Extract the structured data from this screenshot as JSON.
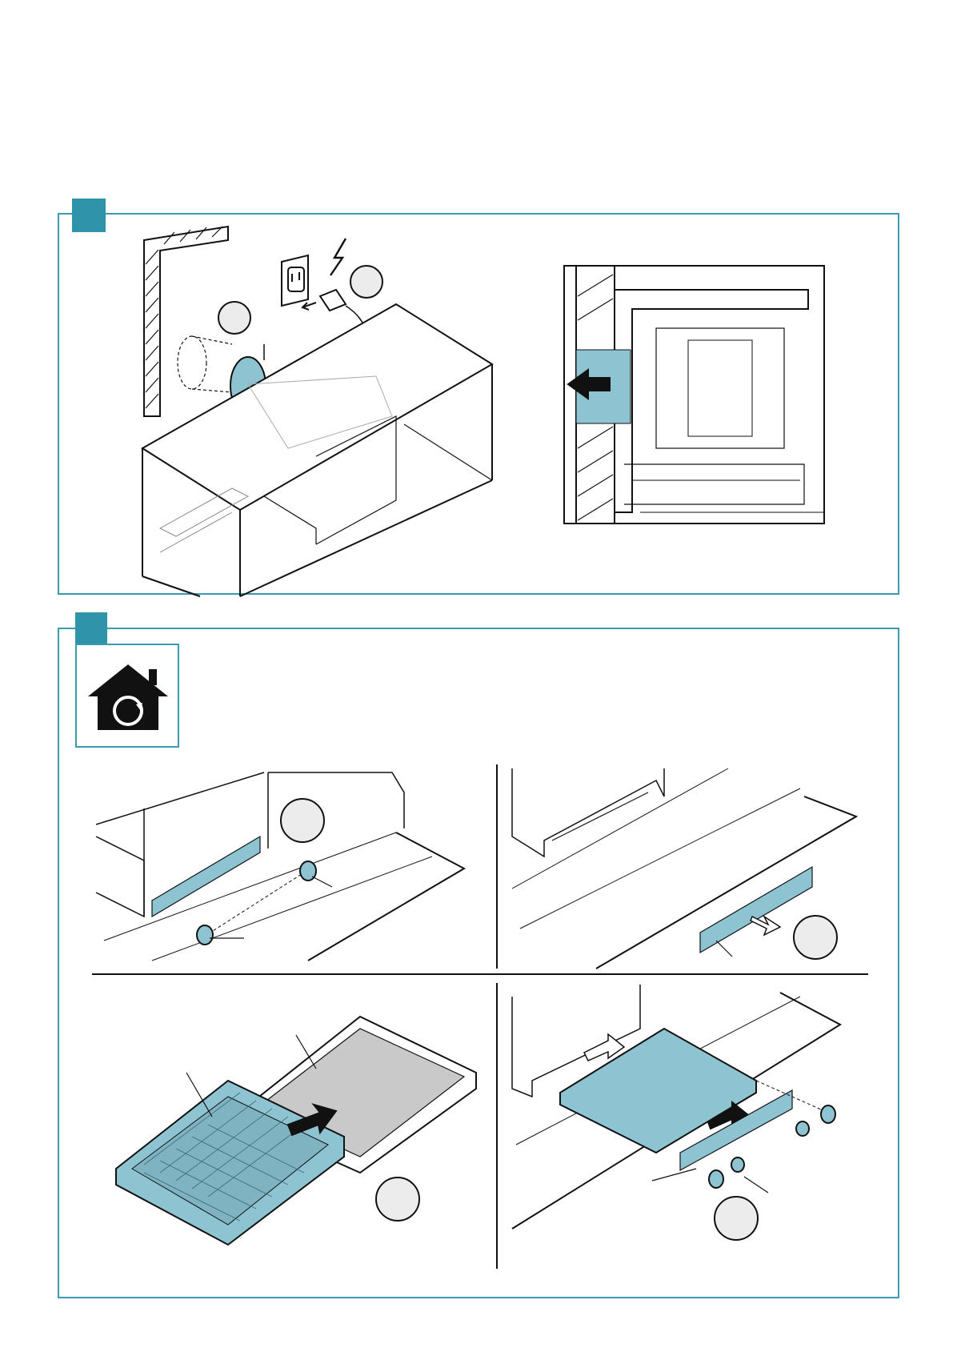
{
  "colors": {
    "accent_teal": "#2f94aa",
    "frame_teal": "#3a9aae",
    "part_blue": "#8ec3d2",
    "callout_fill": "#ececec",
    "line": "#111111"
  },
  "sections": [
    {
      "id": "installation",
      "icons": [
        "wall-socket-icon",
        "lightning-icon",
        "plug-icon",
        "duct-icon"
      ],
      "callouts": 2
    },
    {
      "id": "filter-replacement",
      "icons": [
        "house-recirculation-icon"
      ],
      "callouts": 4
    }
  ]
}
